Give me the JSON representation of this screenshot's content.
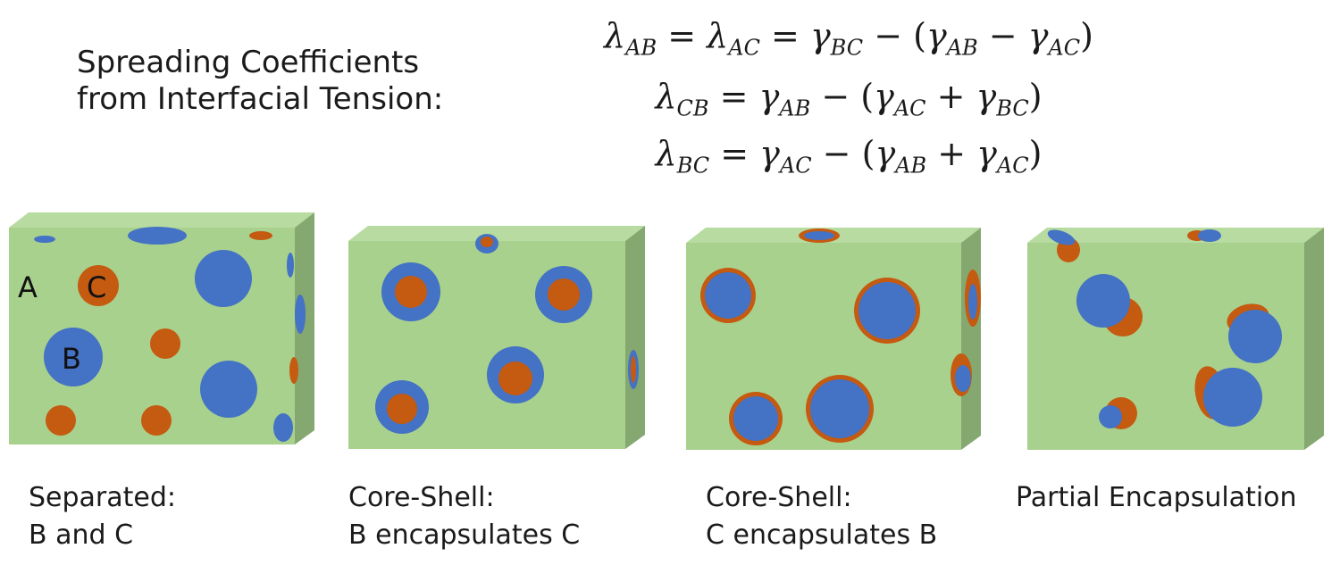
{
  "heading": {
    "line1": "Spreading Coefficients",
    "line2": "from Interfacial Tension:"
  },
  "equations": [
    {
      "lhs": "AB",
      "lhs2": "AC",
      "rhs": "BC",
      "t1": "AB",
      "op": "−",
      "t2": "AC"
    },
    {
      "lhs": "CB",
      "rhs": "AB",
      "t1": "AC",
      "op": "+",
      "t2": "BC"
    },
    {
      "lhs": "BC",
      "rhs": "AC",
      "t1": "AB",
      "op": "+",
      "t2": "AC"
    }
  ],
  "labels": {
    "A": "A",
    "B": "B",
    "C": "C"
  },
  "captions": [
    {
      "line1": "Separated:",
      "line2": "B and C"
    },
    {
      "line1": "Core-Shell:",
      "line2": "B encapsulates C"
    },
    {
      "line1": "Core-Shell:",
      "line2": "C encapsulates B"
    },
    {
      "line1": "Partial Encapsulation",
      "line2": ""
    }
  ],
  "colors": {
    "matrix_front": "#a9d18e",
    "matrix_top": "#b7dba0",
    "matrix_side": "#85a870",
    "phase_b": "#4472c4",
    "phase_c": "#c55a11"
  }
}
